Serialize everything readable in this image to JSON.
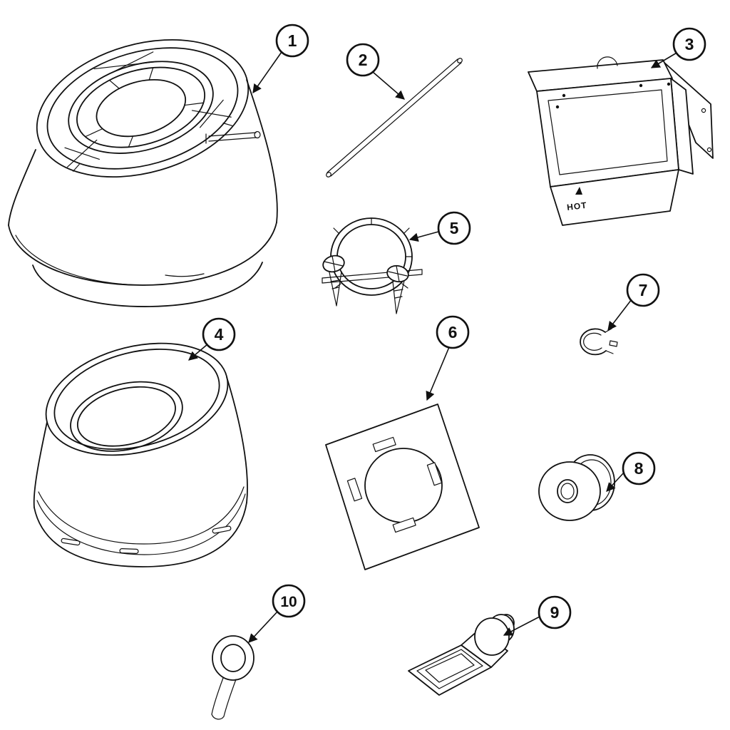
{
  "diagram": {
    "type": "exploded-parts-diagram",
    "background_color": "#ffffff",
    "line_color": "#111111",
    "callouts": [
      {
        "number": "1"
      },
      {
        "number": "2"
      },
      {
        "number": "3"
      },
      {
        "number": "4"
      },
      {
        "number": "5"
      },
      {
        "number": "6"
      },
      {
        "number": "7"
      },
      {
        "number": "8"
      },
      {
        "number": "9"
      },
      {
        "number": "10"
      }
    ],
    "labels": {
      "hot": "HOT"
    }
  }
}
